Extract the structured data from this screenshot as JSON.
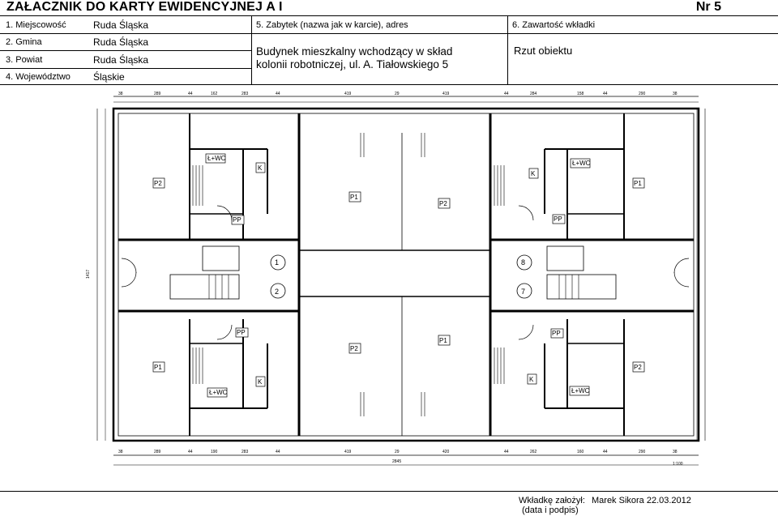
{
  "header": {
    "title": "ZAŁACZNIK DO KARTY EWIDENCYJNEJ A I",
    "number": "Nr 5"
  },
  "fields": [
    {
      "label": "1. Miejscowość",
      "value": "Ruda Śląska"
    },
    {
      "label": "2. Gmina",
      "value": "Ruda Śląska"
    },
    {
      "label": "3. Powiat",
      "value": "Ruda Śląska"
    },
    {
      "label": "4. Województwo",
      "value": "Śląskie"
    }
  ],
  "object": {
    "label": "5. Zabytek (nazwa jak w karcie), adres",
    "line1": "Budynek mieszkalny wchodzący w skład",
    "line2": "kolonii robotniczej, ul. A. Tiałowskiego 5"
  },
  "insert": {
    "label": "6. Zawartość wkładki",
    "value": "Rzut obiektu"
  },
  "plan": {
    "rooms": {
      "p1": "P1",
      "p2": "P2",
      "k": "K",
      "pp": "PP",
      "lwc": "Ł+WC",
      "n1": "1",
      "n2": "2",
      "n7": "7",
      "n8": "8"
    },
    "dims_top": [
      "38",
      "289",
      "44",
      "162",
      "283",
      "44",
      "419",
      "29",
      "419",
      "44",
      "284",
      "158",
      "44",
      "290",
      "38"
    ],
    "dims_bottom": [
      "38",
      "289",
      "44",
      "190",
      "283",
      "44",
      "419",
      "29",
      "420",
      "44",
      "262",
      "160",
      "44",
      "290",
      "38"
    ],
    "total_width": "2845",
    "total_height": "1417",
    "scale_note": "1:100"
  },
  "footer": {
    "label": "Wkładkę założył:",
    "sub": "(data i podpis)",
    "value": "Marek Sikora 22.03.2012"
  }
}
